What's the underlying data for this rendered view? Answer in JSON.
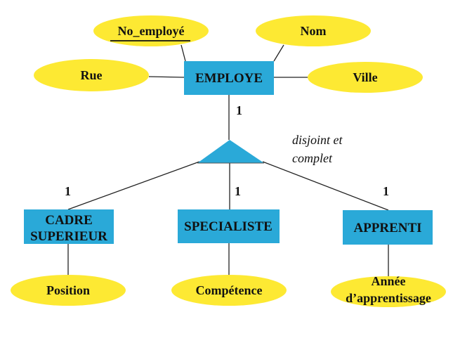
{
  "diagram": {
    "type": "entity-relationship (specialization)",
    "colors": {
      "entity_fill": "#2AA9D8",
      "attribute_fill": "#FDE933",
      "text": "#111111",
      "line": "#222222"
    },
    "parent_entity": {
      "name": "EMPLOYE",
      "attributes": [
        {
          "id": "no_employe",
          "label": "No_employé",
          "key": true
        },
        {
          "id": "nom",
          "label": "Nom",
          "key": false
        },
        {
          "id": "rue",
          "label": "Rue",
          "key": false
        },
        {
          "id": "ville",
          "label": "Ville",
          "key": false
        }
      ]
    },
    "specialization": {
      "parent_cardinality": "1",
      "constraint_line1": "disjoint et",
      "constraint_line2": "complet"
    },
    "subtypes": [
      {
        "id": "cadre",
        "name_line1": "CADRE",
        "name_line2": "SUPERIEUR",
        "cardinality": "1",
        "attribute": "Position"
      },
      {
        "id": "specialiste",
        "name": "SPECIALISTE",
        "cardinality": "1",
        "attribute": "Compétence"
      },
      {
        "id": "apprenti",
        "name": "APPRENTI",
        "cardinality": "1",
        "attribute_line1": "Année",
        "attribute_line2": "d’apprentissage"
      }
    ]
  }
}
